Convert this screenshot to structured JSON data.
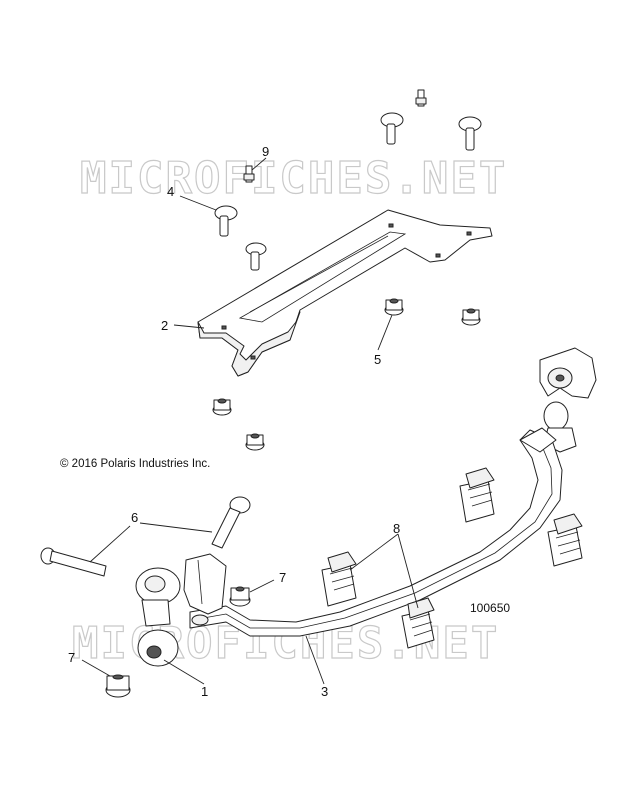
{
  "watermark": "MICROFICHES.NET",
  "copyright": "© 2016 Polaris Industries Inc.",
  "reference_number": "100650",
  "callouts": [
    {
      "id": "c1",
      "label": "1"
    },
    {
      "id": "c2",
      "label": "2"
    },
    {
      "id": "c3",
      "label": "3"
    },
    {
      "id": "c4",
      "label": "4"
    },
    {
      "id": "c5",
      "label": "5"
    },
    {
      "id": "c6",
      "label": "6"
    },
    {
      "id": "c7a",
      "label": "7"
    },
    {
      "id": "c7b",
      "label": "7"
    },
    {
      "id": "c8",
      "label": "8"
    },
    {
      "id": "c9",
      "label": "9"
    }
  ]
}
